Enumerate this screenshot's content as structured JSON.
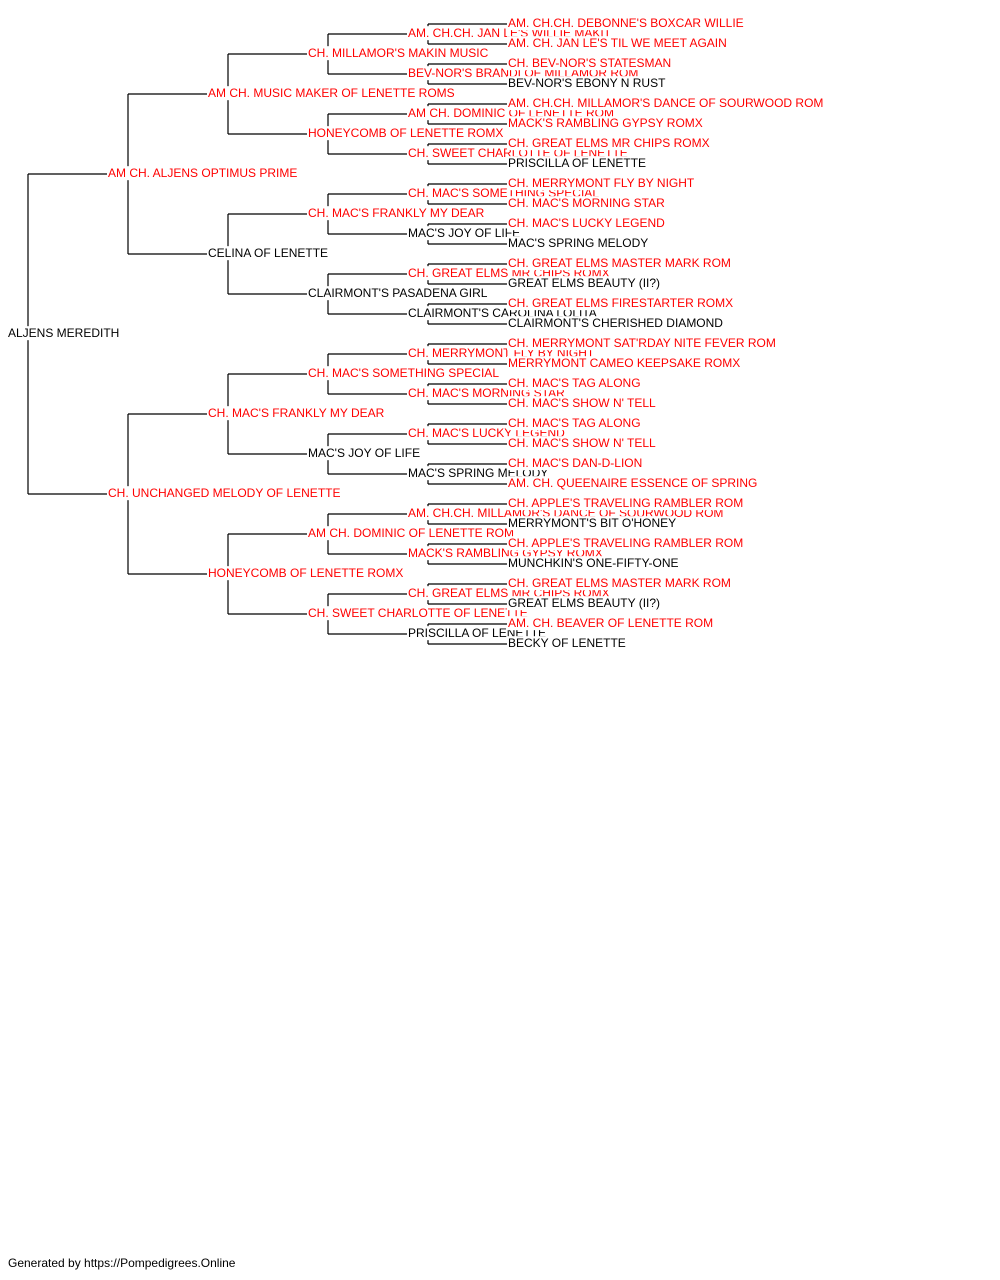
{
  "colors": {
    "champion": "#ff0000",
    "normal": "#000000",
    "line": "#000000"
  },
  "pedigree": {
    "name": "ALJENS MEREDITH",
    "champ": false,
    "sire": {
      "name": "AM CH. ALJENS OPTIMUS PRIME",
      "champ": true,
      "sire": {
        "name": "AM CH. MUSIC MAKER OF LENETTE ROMS",
        "champ": true,
        "sire": {
          "name": "CH. MILLAMOR'S MAKIN MUSIC",
          "champ": true,
          "sire": {
            "name": "AM. CH.CH. JAN LE'S WILLIE MAKIT",
            "champ": true,
            "sire": {
              "name": "AM. CH.CH. DEBONNE'S BOXCAR WILLIE",
              "champ": true
            },
            "dam": {
              "name": "AM. CH. JAN LE'S TIL WE MEET AGAIN",
              "champ": true
            }
          },
          "dam": {
            "name": "BEV-NOR'S BRANDI OF MILLAMOR ROM",
            "champ": true,
            "sire": {
              "name": "CH. BEV-NOR'S STATESMAN",
              "champ": true
            },
            "dam": {
              "name": "BEV-NOR'S EBONY N RUST",
              "champ": false
            }
          }
        },
        "dam": {
          "name": "HONEYCOMB OF LENETTE ROMX",
          "champ": true,
          "sire": {
            "name": "AM CH. DOMINIC OF LENETTE ROM",
            "champ": true,
            "sire": {
              "name": "AM. CH.CH. MILLAMOR'S DANCE OF SOURWOOD ROM",
              "champ": true
            },
            "dam": {
              "name": "MACK'S RAMBLING GYPSY ROMX",
              "champ": true
            }
          },
          "dam": {
            "name": "CH. SWEET CHARLOTTE OF LENETTE",
            "champ": true,
            "sire": {
              "name": "CH. GREAT ELMS MR CHIPS ROMX",
              "champ": true
            },
            "dam": {
              "name": "PRISCILLA OF LENETTE",
              "champ": false
            }
          }
        }
      },
      "dam": {
        "name": "CELINA OF LENETTE",
        "champ": false,
        "sire": {
          "name": "CH. MAC'S FRANKLY MY DEAR",
          "champ": true,
          "sire": {
            "name": "CH. MAC'S SOMETHING SPECIAL",
            "champ": true,
            "sire": {
              "name": "CH. MERRYMONT FLY BY NIGHT",
              "champ": true
            },
            "dam": {
              "name": "CH. MAC'S MORNING STAR",
              "champ": true
            }
          },
          "dam": {
            "name": "MAC'S JOY OF LIFE",
            "champ": false,
            "sire": {
              "name": "CH. MAC'S LUCKY LEGEND",
              "champ": true
            },
            "dam": {
              "name": "MAC'S SPRING MELODY",
              "champ": false
            }
          }
        },
        "dam": {
          "name": "CLAIRMONT'S PASADENA GIRL",
          "champ": false,
          "sire": {
            "name": "CH. GREAT ELMS MR CHIPS ROMX",
            "champ": true,
            "sire": {
              "name": "CH. GREAT ELMS MASTER MARK ROM",
              "champ": true
            },
            "dam": {
              "name": "GREAT ELMS BEAUTY (II?)",
              "champ": false
            }
          },
          "dam": {
            "name": "CLAIRMONT'S CAROLINA LOLITA",
            "champ": false,
            "sire": {
              "name": "CH. GREAT ELMS FIRESTARTER ROMX",
              "champ": true
            },
            "dam": {
              "name": "CLAIRMONT'S CHERISHED DIAMOND",
              "champ": false
            }
          }
        }
      }
    },
    "dam": {
      "name": "CH. UNCHANGED MELODY OF LENETTE",
      "champ": true,
      "sire": {
        "name": "CH. MAC'S FRANKLY MY DEAR",
        "champ": true,
        "sire": {
          "name": "CH. MAC'S SOMETHING SPECIAL",
          "champ": true,
          "sire": {
            "name": "CH. MERRYMONT FLY BY NIGHT",
            "champ": true,
            "sire": {
              "name": "CH. MERRYMONT SAT'RDAY NITE FEVER ROM",
              "champ": true
            },
            "dam": {
              "name": "MERRYMONT CAMEO KEEPSAKE ROMX",
              "champ": true
            }
          },
          "dam": {
            "name": "CH. MAC'S MORNING STAR",
            "champ": true,
            "sire": {
              "name": "CH. MAC'S TAG ALONG",
              "champ": true
            },
            "dam": {
              "name": "CH. MAC'S SHOW N' TELL",
              "champ": true
            }
          }
        },
        "dam": {
          "name": "MAC'S JOY OF LIFE",
          "champ": false,
          "sire": {
            "name": "CH. MAC'S LUCKY LEGEND",
            "champ": true,
            "sire": {
              "name": "CH. MAC'S TAG ALONG",
              "champ": true
            },
            "dam": {
              "name": "CH. MAC'S SHOW N' TELL",
              "champ": true
            }
          },
          "dam": {
            "name": "MAC'S SPRING MELODY",
            "champ": false,
            "sire": {
              "name": "CH. MAC'S DAN-D-LION",
              "champ": true
            },
            "dam": {
              "name": "AM. CH. QUEENAIRE ESSENCE OF SPRING",
              "champ": true
            }
          }
        }
      },
      "dam": {
        "name": "HONEYCOMB OF LENETTE ROMX",
        "champ": true,
        "sire": {
          "name": "AM CH. DOMINIC OF LENETTE ROM",
          "champ": true,
          "sire": {
            "name": "AM. CH.CH. MILLAMOR'S DANCE OF SOURWOOD ROM",
            "champ": true,
            "sire": {
              "name": "CH. APPLE'S TRAVELING RAMBLER ROM",
              "champ": true
            },
            "dam": {
              "name": "MERRYMONT'S BIT O'HONEY",
              "champ": false
            }
          },
          "dam": {
            "name": "MACK'S RAMBLING GYPSY ROMX",
            "champ": true,
            "sire": {
              "name": "CH. APPLE'S TRAVELING RAMBLER ROM",
              "champ": true
            },
            "dam": {
              "name": "MUNCHKIN'S ONE-FIFTY-ONE",
              "champ": false
            }
          }
        },
        "dam": {
          "name": "CH. SWEET CHARLOTTE OF LENETTE",
          "champ": true,
          "sire": {
            "name": "CH. GREAT ELMS MR CHIPS ROMX",
            "champ": true,
            "sire": {
              "name": "CH. GREAT ELMS MASTER MARK ROM",
              "champ": true
            },
            "dam": {
              "name": "GREAT ELMS BEAUTY (II?)",
              "champ": false
            }
          },
          "dam": {
            "name": "PRISCILLA OF LENETTE",
            "champ": false,
            "sire": {
              "name": "AM. CH. BEAVER OF LENETTE ROM",
              "champ": true
            },
            "dam": {
              "name": "BECKY OF LENETTE",
              "champ": false
            }
          }
        }
      }
    }
  },
  "footer": "Generated by https://Pompedigrees.Online"
}
